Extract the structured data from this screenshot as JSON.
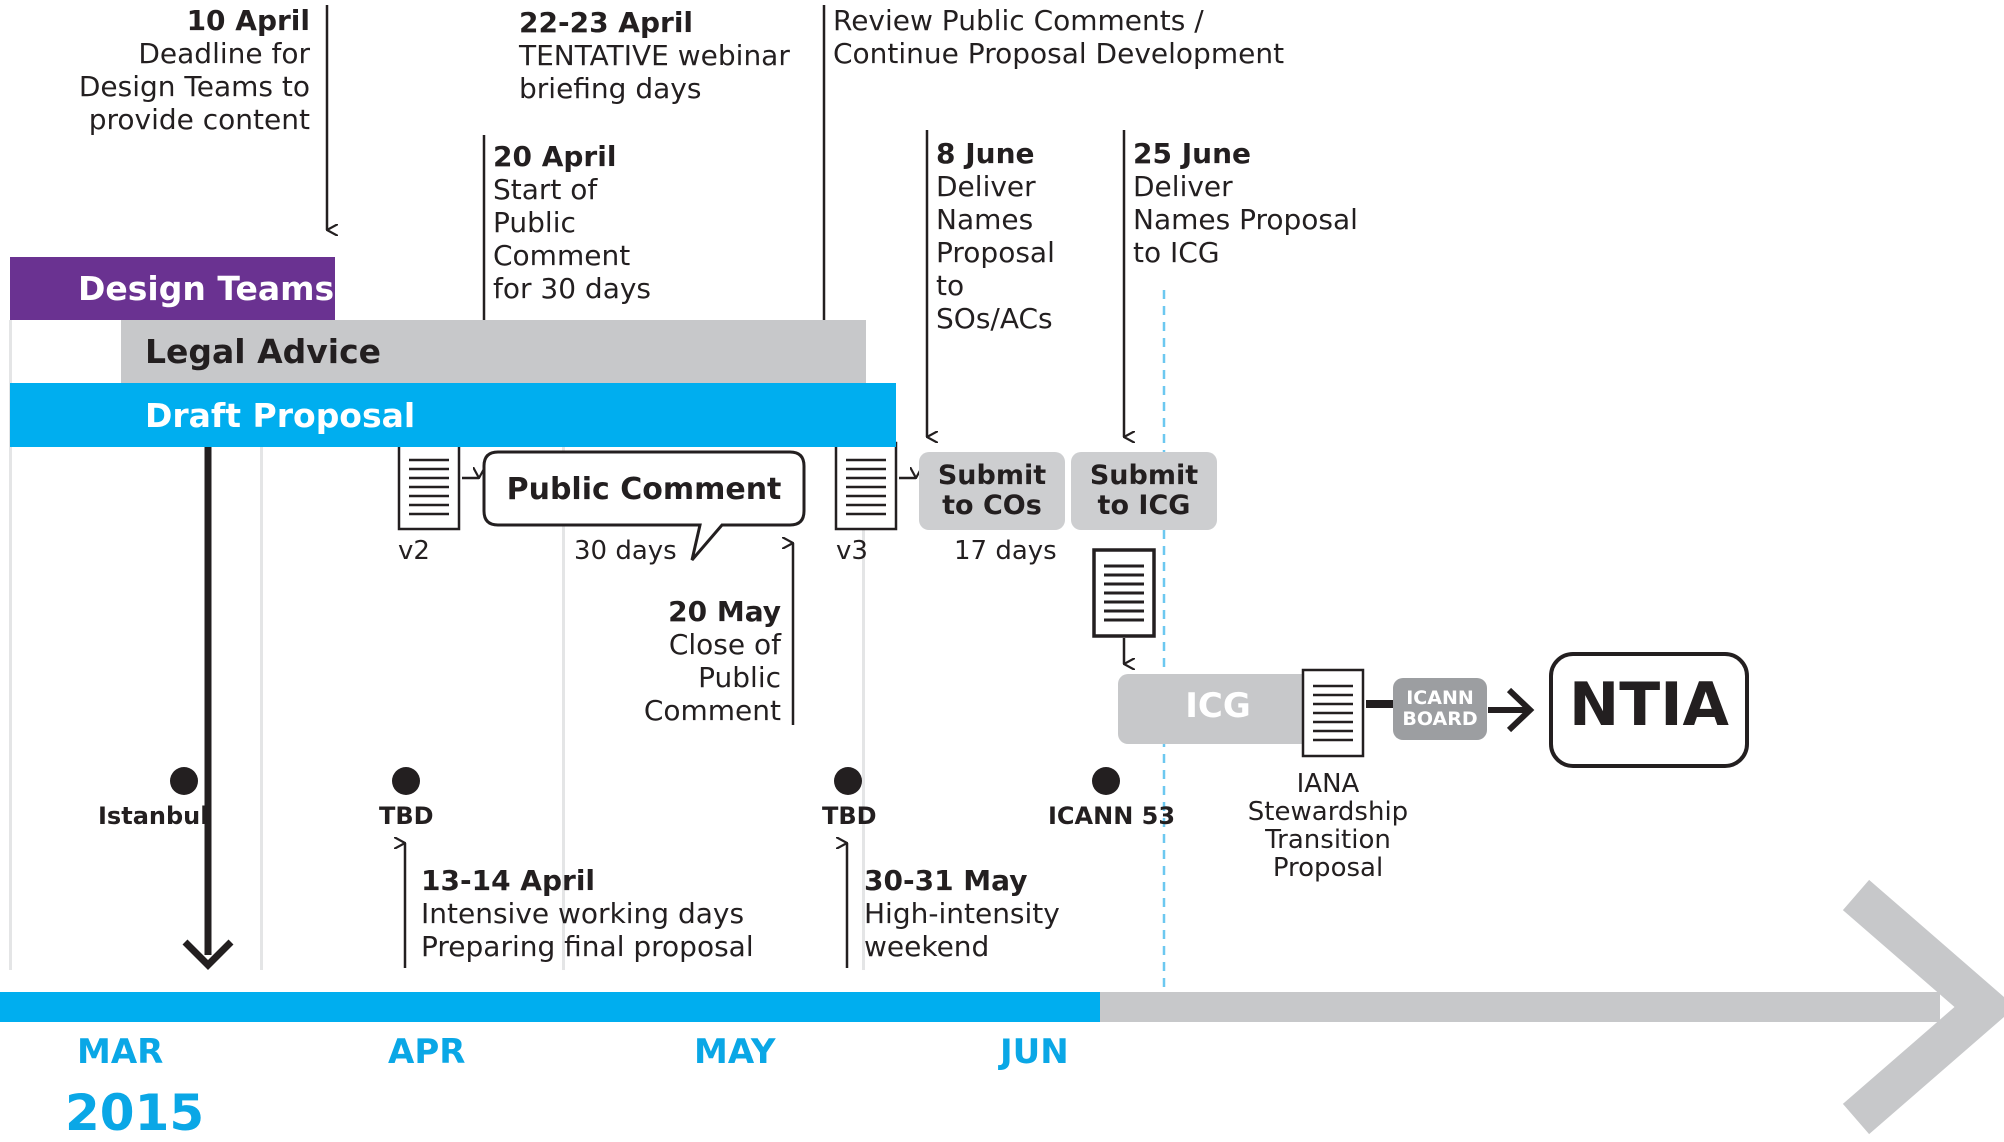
{
  "bars": {
    "design_teams": "Design Teams",
    "legal_advice": "Legal Advice",
    "draft_proposal": "Draft Proposal",
    "icg": "ICG",
    "icann_board": "ICANN BOARD",
    "ntia": "NTIA"
  },
  "events": {
    "apr10": {
      "date": "10 April",
      "lines": [
        "Deadline for",
        "Design Teams to",
        "provide content"
      ]
    },
    "apr2223": {
      "date": "22-23 April",
      "lines": [
        "TENTATIVE webinar",
        "briefing days"
      ]
    },
    "review": {
      "lines": [
        "Review Public Comments /",
        "Continue Proposal Development"
      ]
    },
    "apr20": {
      "date": "20 April",
      "lines": [
        "Start of",
        "Public",
        "Comment",
        "for 30 days"
      ]
    },
    "jun8": {
      "date": "8 June",
      "lines": [
        "Deliver",
        "Names",
        "Proposal",
        "to",
        "SOs/ACs"
      ]
    },
    "jun25": {
      "date": "25 June",
      "lines": [
        "Deliver",
        "Names Proposal",
        "to ICG"
      ]
    },
    "may20": {
      "date": "20 May",
      "lines": [
        "Close of",
        "Public",
        "Comment"
      ]
    },
    "apr1314": {
      "date": "13-14 April",
      "lines": [
        "Intensive working days",
        "Preparing final proposal"
      ]
    },
    "may3031": {
      "date": "30-31 May",
      "lines": [
        "High-intensity",
        "weekend"
      ]
    }
  },
  "docs": {
    "v2": "v2",
    "v3": "v3",
    "public_comment": "Public Comment",
    "public_comment_duration": "30 days",
    "submit_cos": [
      "Submit",
      "to COs"
    ],
    "submit_cos_duration": "17 days",
    "submit_icg": [
      "Submit",
      "to ICG"
    ],
    "iana_proposal": [
      "IANA",
      "Stewardship",
      "Transition",
      "Proposal"
    ]
  },
  "meetings": [
    "Istanbul",
    "TBD",
    "TBD",
    "ICANN 53"
  ],
  "timeline": {
    "months": [
      "MAR",
      "APR",
      "MAY",
      "JUN"
    ],
    "year": "2015"
  },
  "colors": {
    "purple": "#6a3291",
    "gray": "#c7c8ca",
    "blue": "#00aeef",
    "dark": "#231f20",
    "dashed": "#6cc8f0"
  }
}
